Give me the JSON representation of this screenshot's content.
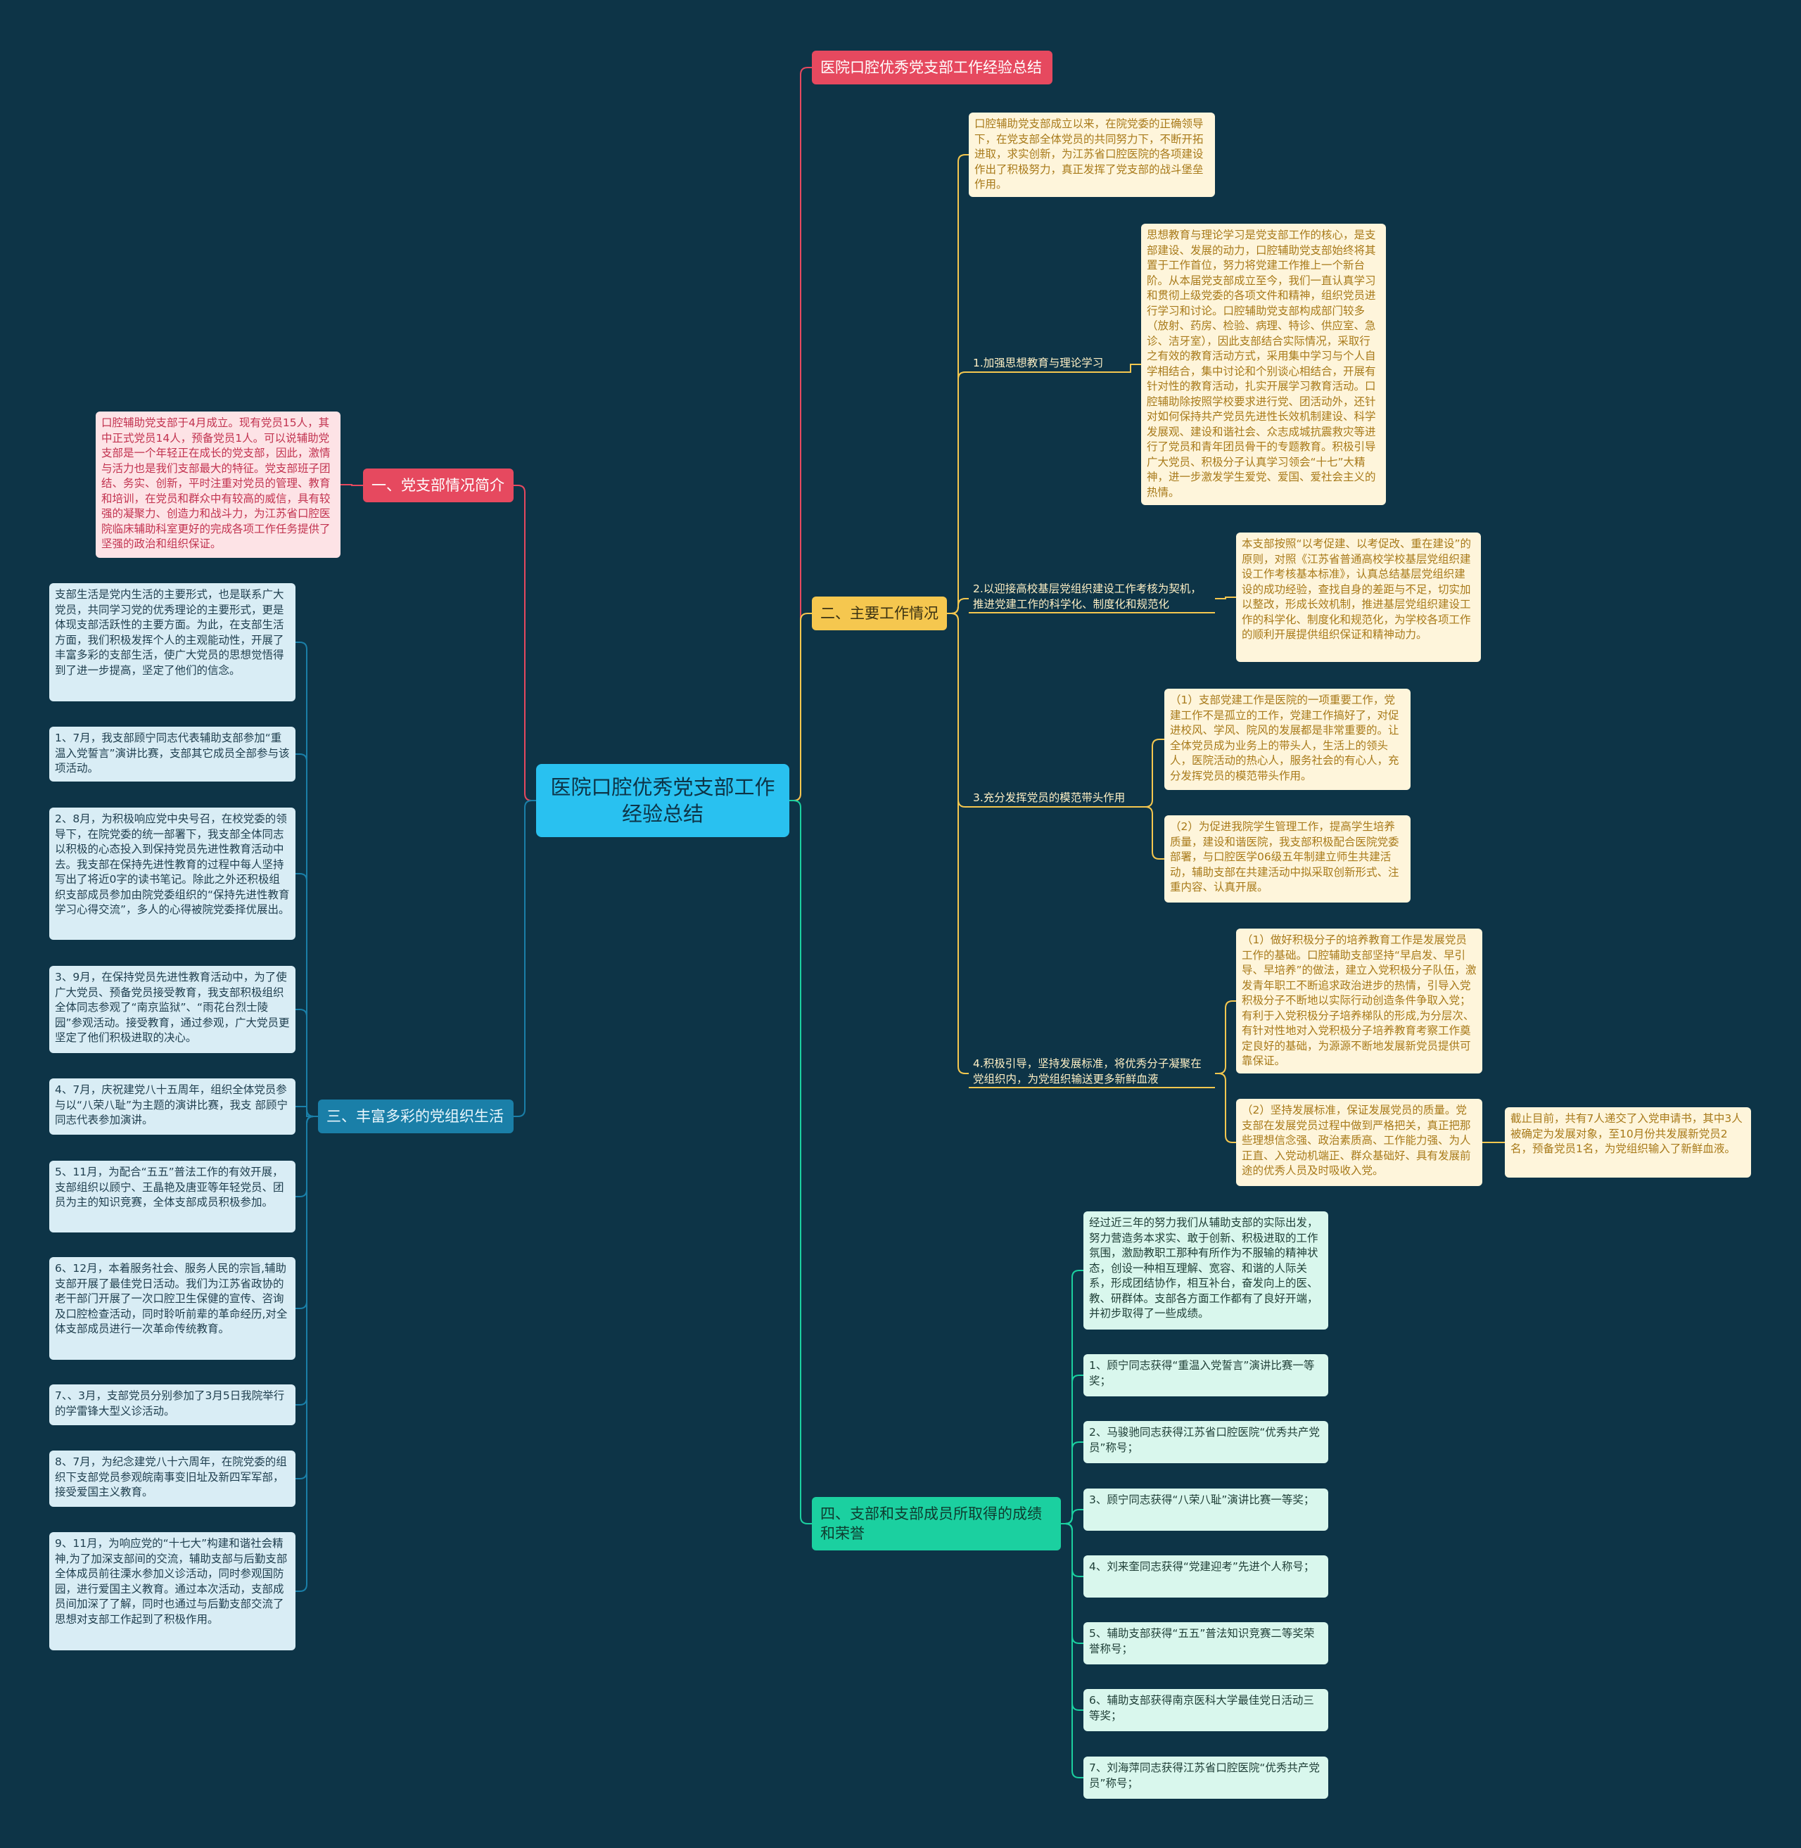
{
  "root": {
    "title": "医院口腔优秀党支部工作\n经验总结"
  },
  "top_tag": {
    "label": "医院口腔优秀党支部工作经验总结"
  },
  "branch1": {
    "label": "一、党支部情况简介",
    "text": "口腔辅助党支部于4月成立。现有党员15人，其中正式党员14人，预备党员1人。可以说辅助党支部是一个年轻正在成长的党支部，因此，激情与活力也是我们支部最大的特征。党支部班子团结、务实、创新，平时注重对党员的管理、教育和培训，在党员和群众中有较高的威信，具有较强的凝聚力、创造力和战斗力，为江苏省口腔医院临床辅助科室更好的完成各项工作任务提供了坚强的政治和组织保证。"
  },
  "branch2": {
    "label": "二、主要工作情况",
    "intro": "口腔辅助党支部成立以来，在院党委的正确领导下，在党支部全体党员的共同努力下，不断开拓进取，求实创新，为江苏省口腔医院的各项建设作出了积极努力，真正发挥了党支部的战斗堡垒作用。",
    "s1": {
      "label": "1.加强思想教育与理论学习",
      "text": "思想教育与理论学习是党支部工作的核心，是支部建设、发展的动力，口腔辅助党支部始终将其置于工作首位，努力将党建工作推上一个新台阶。从本届党支部成立至今，我们一直认真学习和贯彻上级党委的各项文件和精神，组织党员进行学习和讨论。口腔辅助党支部构成部门较多（放射、药房、检验、病理、特诊、供应室、急诊、洁牙室），因此支部结合实际情况，采取行之有效的教育活动方式，采用集中学习与个人自学相结合，集中讨论和个别谈心相结合，开展有针对性的教育活动，扎实开展学习教育活动。口腔辅助除按照学校要求进行党、团活动外，还针对如何保持共产党员先进性长效机制建设、科学发展观、建设和谐社会、众志成城抗震救灾等进行了党员和青年团员骨干的专题教育。积极引导广大党员、积极分子认真学习领会“十七”大精神，进一步激发学生爱党、爱国、爱社会主义的热情。"
    },
    "s2": {
      "label": "2.以迎接高校基层党组织建设工作考核为契机，推进党建工作的科学化、制度化和规范化",
      "text": "本支部按照“以考促建、以考促改、重在建设”的原则，对照《江苏省普通高校学校基层党组织建设工作考核基本标准》，认真总结基层党组织建设的成功经验，查找自身的差距与不足，切实加以整改，形成长效机制，推进基层党组织建设工作的科学化、制度化和规范化，为学校各项工作的顺利开展提供组织保证和精神动力。"
    },
    "s3": {
      "label": "3.充分发挥党员的模范带头作用",
      "t1": "（1）支部党建工作是医院的一项重要工作，党建工作不是孤立的工作，党建工作搞好了，对促进校风、学风、院风的发展都是非常重要的。让全体党员成为业务上的带头人，生活上的领头人，医院活动的热心人，服务社会的有心人，充分发挥党员的模范带头作用。",
      "t2": "（2）为促进我院学生管理工作，提高学生培养质量，建设和谐医院，我支部积极配合医院党委部署，与口腔医学06级五年制建立师生共建活动，辅助支部在共建活动中拟采取创新形式、注重内容、认真开展。"
    },
    "s4": {
      "label": "4.积极引导，坚持发展标准，将优秀分子凝聚在党组织内，为党组织输送更多新鲜血液",
      "t1": "（1）做好积极分子的培养教育工作是发展党员工作的基础。口腔辅助支部坚持“早启发、早引导、早培养”的做法，建立入党积极分子队伍，激发青年职工不断追求政治进步的热情，引导入党积极分子不断地以实际行动创造条件争取入党；有利于入党积极分子培养梯队的形成,为分层次、有针对性地对入党积极分子培养教育考察工作奠定良好的基础，为源源不断地发展新党员提供可靠保证。",
      "t2": "（2）坚持发展标准，保证发展党员的质量。党支部在发展党员过程中做到严格把关，真正把那些理想信念强、政治素质高、工作能力强、为人正直、入党动机端正、群众基础好、具有发展前途的优秀人员及时吸收入党。",
      "t3": "截止目前，共有7人递交了入党申请书，其中3人被确定为发展对象，至10月份共发展新党员2名，预备党员1名，为党组织输入了新鲜血液。"
    }
  },
  "branch3": {
    "label": "三、丰富多彩的党组织生活",
    "items": [
      "支部生活是党内生活的主要形式，也是联系广大党员，共同学习党的优秀理论的主要形式，更是体现支部活跃性的主要方面。为此，在支部生活方面，我们积极发挥个人的主观能动性，开展了丰富多彩的支部生活，使广大党员的思想觉悟得到了进一步提高，坚定了他们的信念。",
      "1、7月，我支部顾宁同志代表辅助支部参加“重温入党誓言”演讲比赛，支部其它成员全部参与该项活动。",
      "2、8月，为积极响应党中央号召，在校党委的领导下，在院党委的统一部署下，我支部全体同志以积极的心态投入到保持党员先进性教育活动中去。我支部在保持先进性教育的过程中每人坚持写出了将近0字的读书笔记。除此之外还积极组织支部成员参加由院党委组织的“保持先进性教育学习心得交流”，多人的心得被院党委择优展出。",
      "3、9月，在保持党员先进性教育活动中，为了使广大党员、预备党员接受教育，我支部积极组织全体同志参观了“南京监狱”、“雨花台烈士陵园”参观活动。接受教育，通过参观，广大党员更坚定了他们积极进取的决心。",
      "4、7月，庆祝建党八十五周年，组织全体党员参与以“八荣八耻”为主题的演讲比赛，我支 部顾宁同志代表参加演讲。",
      "5、11月，为配合“五五”普法工作的有效开展，支部组织以顾宁、王晶艳及唐亚等年轻党员、团员为主的知识竞赛，全体支部成员积极参加。",
      "6、12月，本着服务社会、服务人民的宗旨,辅助支部开展了最佳党日活动。我们为江苏省政协的老干部门开展了一次口腔卫生保健的宣传、咨询及口腔检查活动，同时聆听前辈的革命经历,对全体支部成员进行一次革命传统教育。",
      "7、、3月，支部党员分别参加了3月5日我院举行的学雷锋大型义诊活动。",
      "8、7月，为纪念建党八十六周年，在院党委的组织下支部党员参观皖南事变旧址及新四军军部，接受爱国主义教育。",
      "9、11月，为响应党的“十七大”构建和谐社会精神,为了加深支部间的交流，辅助支部与后勤支部全体成员前往溧水参加义诊活动，同时参观国防园，进行爱国主义教育。通过本次活动，支部成员间加深了了解，同时也通过与后勤支部交流了思想对支部工作起到了积极作用。"
    ]
  },
  "branch4": {
    "label": "四、支部和支部成员所取得的成绩和荣誉",
    "items": [
      "经过近三年的努力我们从辅助支部的实际出发，努力营造务本求实、敢于创新、积极进取的工作氛围，激励教职工那种有所作为不服输的精神状态，创设一种相互理解、宽容、和谐的人际关系，形成团结协作，相互补台，奋发向上的医、教、研群体。支部各方面工作都有了良好开端，并初步取得了一些成绩。",
      "1、顾宁同志获得“重温入党誓言”演讲比赛一等奖；",
      "2、马骏驰同志获得江苏省口腔医院“优秀共产党员”称号；",
      "3、顾宁同志获得“八荣八耻”演讲比赛一等奖；",
      "4、刘来奎同志获得“党建迎考”先进个人称号；",
      "5、辅助支部获得“五五”普法知识竞赛二等奖荣誉称号；",
      "6、辅助支部获得南京医科大学最佳党日活动三等奖；",
      "7、刘海萍同志获得江苏省口腔医院“优秀共产党员”称号；"
    ]
  },
  "colors": {
    "background": "#0d3447",
    "root": "#29c1f0",
    "branch1": "#e6495f",
    "branch2": "#f5c74f",
    "branch3": "#1a7fa8",
    "branch4": "#1bd0a0"
  }
}
